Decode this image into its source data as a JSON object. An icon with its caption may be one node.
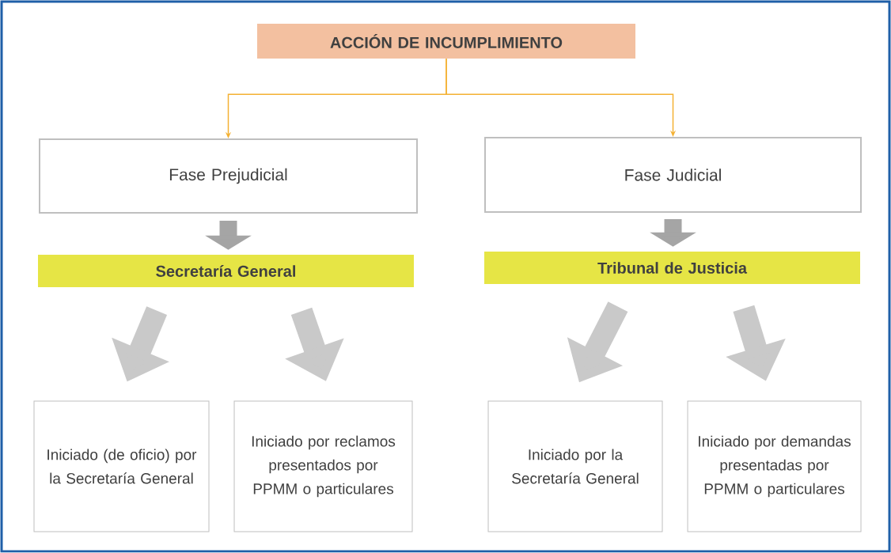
{
  "diagram": {
    "nodes": [
      {
        "text": [
          "ACCIÓN DE INCUMPLIMIENTO"
        ]
      },
      {
        "text": [
          "Fase Prejudicial"
        ]
      },
      {
        "text": [
          "Fase Judicial"
        ]
      },
      {
        "text": [
          "Secretaría General"
        ]
      },
      {
        "text": [
          "Tribunal de Justicia"
        ]
      },
      {
        "text": [
          "Iniciado (de oficio) por la Secretaría General"
        ]
      },
      {
        "text": [
          "Iniciado por reclamos presentados por PPMM o particulares"
        ]
      },
      {
        "text": [
          "Iniciado por la Secretaría General"
        ]
      },
      {
        "text": [
          "Iniciado por demandas presentadas por PPMM o particulares"
        ]
      }
    ],
    "edges": [
      {
        "from": 0,
        "to": 1,
        "arrow": "to",
        "color": "#f4b133"
      },
      {
        "from": 0,
        "to": 2,
        "arrow": "to",
        "color": "#f4b133"
      },
      {
        "from": 1,
        "to": 3,
        "arrow": "to",
        "color": "#a5a5a5"
      },
      {
        "from": 2,
        "to": 4,
        "arrow": "to",
        "color": "#a5a5a5"
      },
      {
        "from": 3,
        "to": 5,
        "arrow": "to"
      },
      {
        "from": 3,
        "to": 6,
        "arrow": "to"
      },
      {
        "from": 4,
        "to": 7,
        "arrow": "to"
      },
      {
        "from": 4,
        "to": 8,
        "arrow": "to"
      }
    ]
  }
}
